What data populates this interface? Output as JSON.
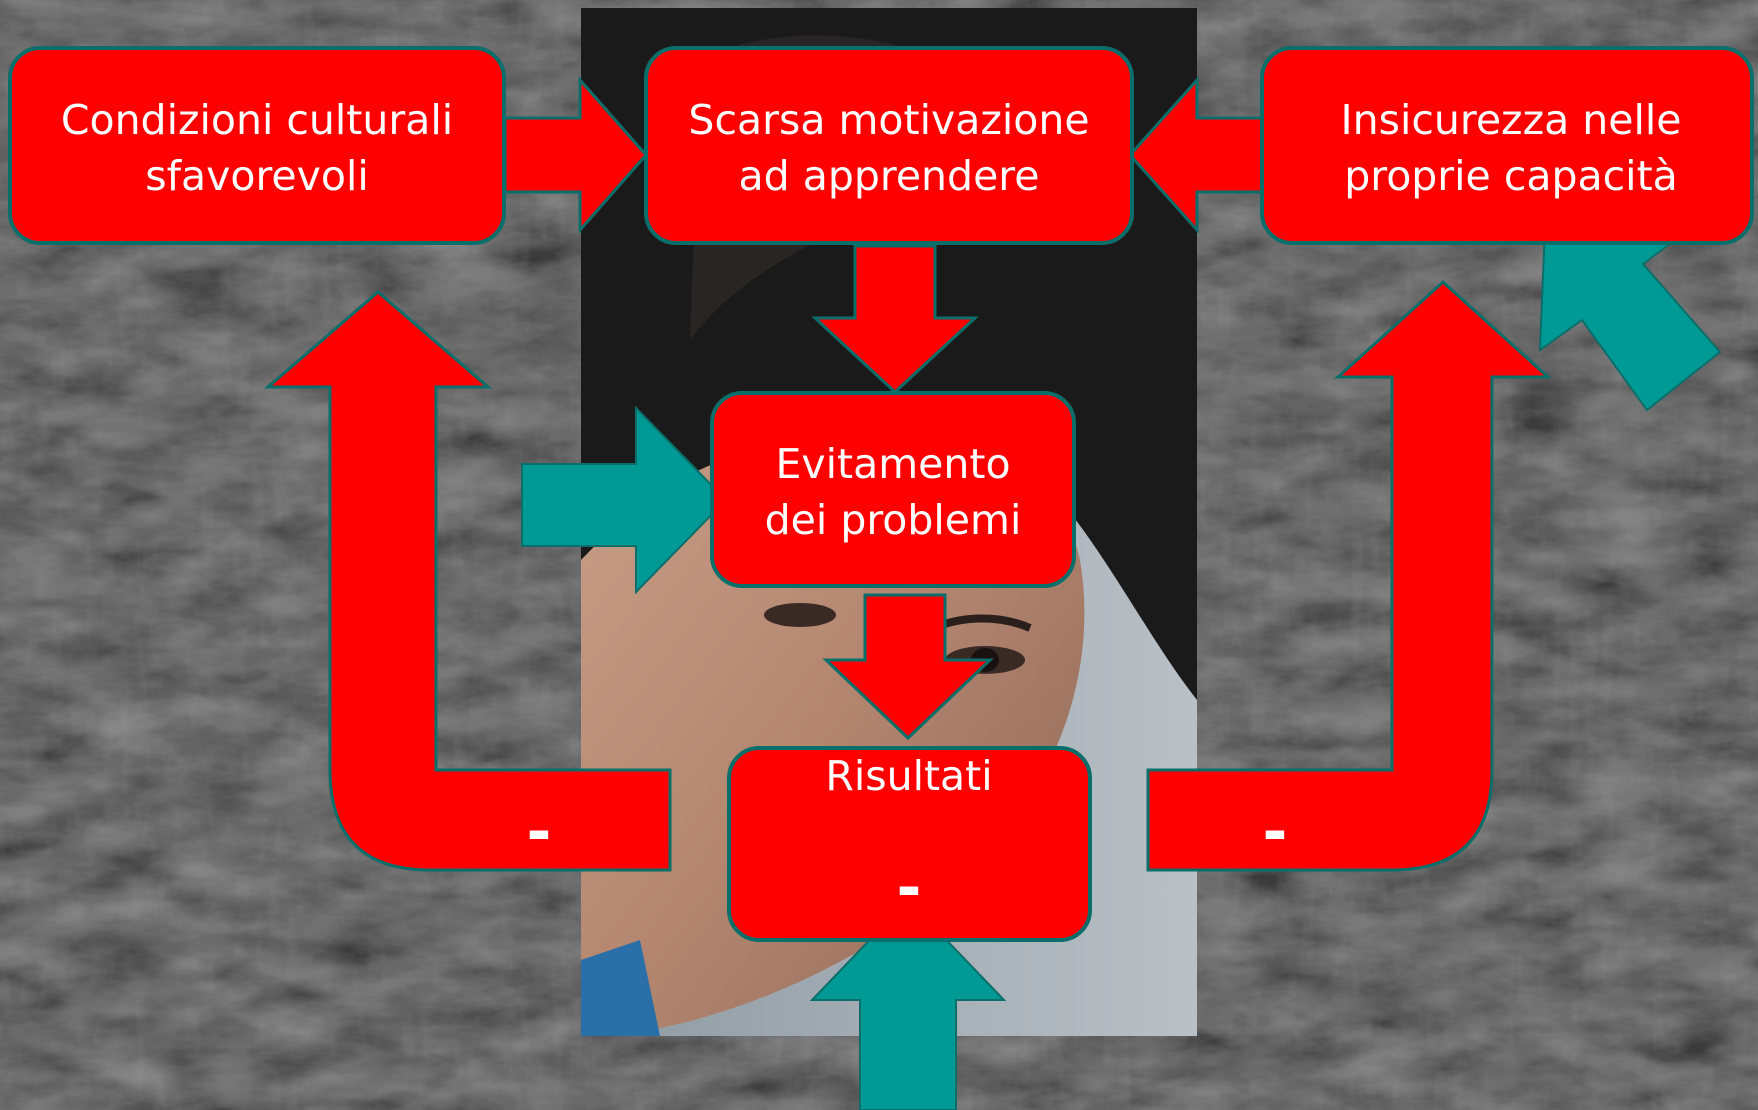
{
  "colors": {
    "background": "#3a3a3a",
    "box_fill": "#ff0000",
    "box_stroke": "#0a6e6a",
    "teal_arrow": "#009a96",
    "red_arrow": "#ff0000"
  },
  "boxes": {
    "cultural": {
      "line1": "Condizioni culturali",
      "line2": "sfavorevoli"
    },
    "motivation": {
      "line1": "Scarsa motivazione",
      "line2": "ad apprendere"
    },
    "insecurity": {
      "line1": "Insicurezza nelle",
      "line2": "proprie capacità"
    },
    "avoidance": {
      "line1": "Evitamento",
      "line2": "dei problemi"
    },
    "results": {
      "line1": "Risultati",
      "minus": "-"
    }
  },
  "loop_labels": {
    "left_minus": "-",
    "right_minus": "-"
  },
  "icons": {
    "photo": "portrait-photo",
    "texture": "slate-texture-background"
  }
}
